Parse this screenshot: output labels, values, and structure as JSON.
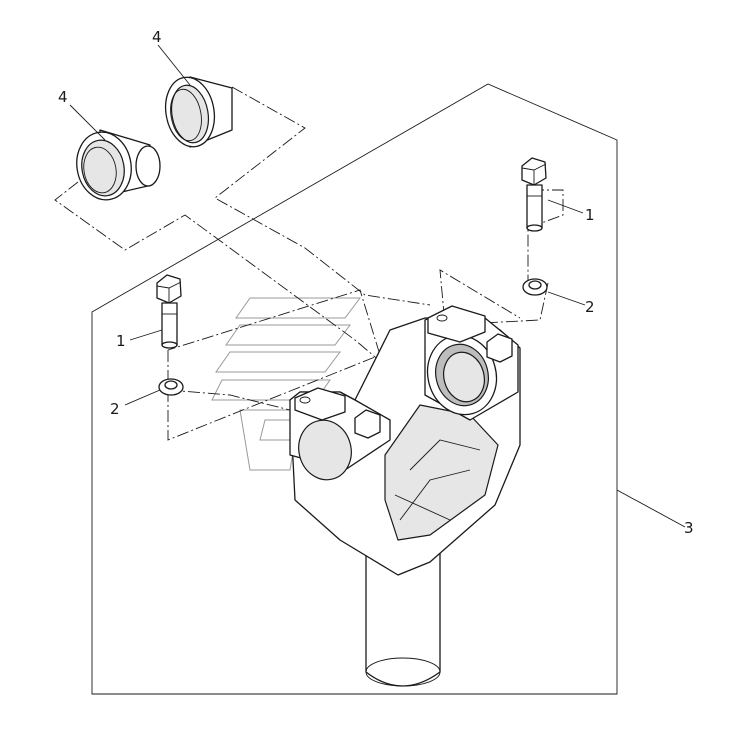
{
  "callouts": {
    "bolt_right": "1",
    "bolt_left": "1",
    "washer_right": "2",
    "washer_left": "2",
    "yoke": "3",
    "bushing_back": "4",
    "bushing_front": "4"
  },
  "colors": {
    "line": "#1a1a1a",
    "background": "#ffffff",
    "watermark": "#9a9a9a"
  }
}
